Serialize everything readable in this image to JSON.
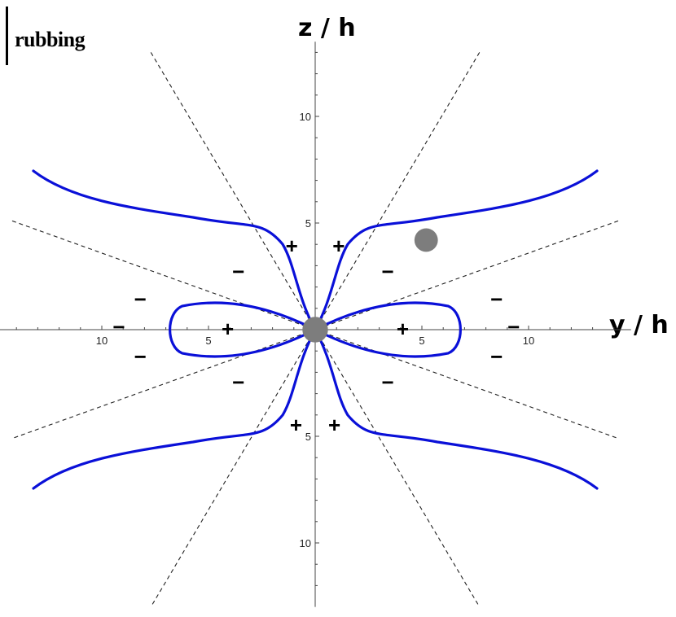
{
  "corner_label": "rubbing",
  "axes": {
    "y_title": "y / h",
    "z_title": "z / h",
    "y_ticks": [
      {
        "value": -10,
        "label": "10"
      },
      {
        "value": -5,
        "label": "5"
      },
      {
        "value": 5,
        "label": "5"
      },
      {
        "value": 10,
        "label": "10"
      }
    ],
    "z_ticks": [
      {
        "value": 10,
        "label": "10"
      },
      {
        "value": 5,
        "label": "5"
      },
      {
        "value": -5,
        "label": "5"
      },
      {
        "value": -10,
        "label": "10"
      }
    ],
    "y_range": [
      -14.8,
      14.8
    ],
    "z_range": [
      -13,
      13.5
    ]
  },
  "colors": {
    "curve": "#0a10d8",
    "axis": "#444444",
    "dashed": "#222222",
    "dot": "#7d7d7d",
    "sign": "#000000"
  },
  "chart_data": {
    "type": "line",
    "dashed_lines": [
      {
        "from": [
          -7.7,
          13
        ],
        "to": [
          7.7,
          -13
        ]
      },
      {
        "from": [
          7.7,
          13
        ],
        "to": [
          -7.7,
          -13
        ]
      },
      {
        "from": [
          -14.2,
          5.1
        ],
        "to": [
          14.2,
          -5.1
        ]
      },
      {
        "from": [
          14.2,
          5.1
        ],
        "to": [
          -14.2,
          -5.1
        ]
      }
    ],
    "loops": [
      {
        "tip": 7.0,
        "half_width": 1.3
      },
      {
        "tip": -7.0,
        "half_width": 1.3
      }
    ],
    "dots": [
      {
        "y": 0,
        "z": 0,
        "r": 0.6
      },
      {
        "y": 5.2,
        "z": 4.2,
        "r": 0.55
      }
    ],
    "signs": [
      {
        "y": -1.1,
        "z": 3.9,
        "sign": "+"
      },
      {
        "y": 1.1,
        "z": 3.9,
        "sign": "+"
      },
      {
        "y": -3.6,
        "z": 2.7,
        "sign": "−"
      },
      {
        "y": 3.4,
        "z": 2.7,
        "sign": "−"
      },
      {
        "y": -8.2,
        "z": 1.4,
        "sign": "−"
      },
      {
        "y": 8.5,
        "z": 1.4,
        "sign": "−"
      },
      {
        "y": -9.2,
        "z": 0.1,
        "sign": "−"
      },
      {
        "y": 9.3,
        "z": 0.1,
        "sign": "−"
      },
      {
        "y": -4.1,
        "z": 0,
        "sign": "+"
      },
      {
        "y": 4.1,
        "z": 0,
        "sign": "+"
      },
      {
        "y": -8.2,
        "z": -1.3,
        "sign": "−"
      },
      {
        "y": 8.5,
        "z": -1.3,
        "sign": "−"
      },
      {
        "y": -3.6,
        "z": -2.5,
        "sign": "−"
      },
      {
        "y": 3.4,
        "z": -2.5,
        "sign": "−"
      },
      {
        "y": -0.9,
        "z": -4.5,
        "sign": "+"
      },
      {
        "y": 0.9,
        "z": -4.5,
        "sign": "+"
      }
    ]
  }
}
